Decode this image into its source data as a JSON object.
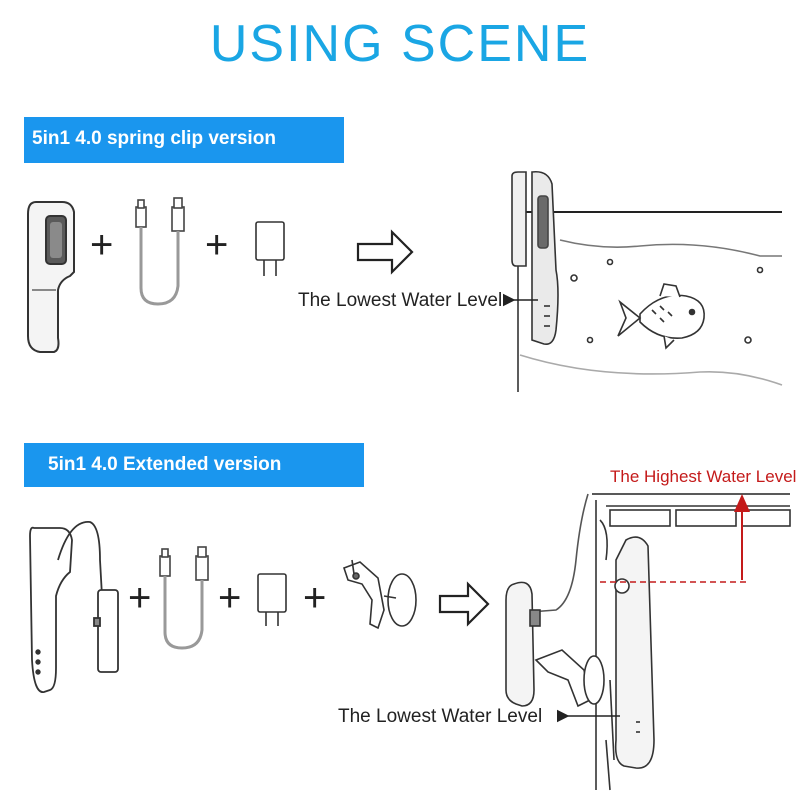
{
  "title": "USING SCENE",
  "section1": {
    "banner": "5in1 4.0 spring clip version",
    "plus": "+",
    "lowest_label": "The Lowest Water Level"
  },
  "section2": {
    "banner": "5in1 4.0 Extended version",
    "plus": "+",
    "highest_label": "The Highest Water Level",
    "lowest_label": "The Lowest Water Level"
  },
  "colors": {
    "title": "#1aa6e4",
    "banner_bg": "#1a96ee",
    "banner_text": "#ffffff",
    "highest_level": "#c41a1a"
  },
  "icons": [
    "spring-clip-device-icon",
    "usb-cable-icon",
    "power-adapter-icon",
    "outline-arrow-icon",
    "fish-tank-icon",
    "fish-icon",
    "extended-device-icon",
    "suction-mount-icon"
  ]
}
